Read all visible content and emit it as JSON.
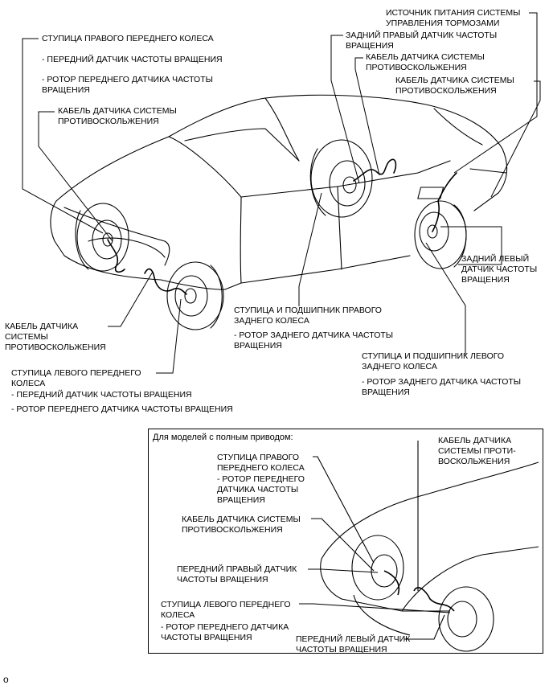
{
  "main_labels": {
    "rf_hub": "СТУПИЦА ПРАВОГО ПЕРЕДНЕГО КОЛЕСА",
    "rf_hub_sensor": "- ПЕРЕДНИЙ ДАТЧИК ЧАСТОТЫ ВРАЩЕНИЯ",
    "rf_hub_rotor_1": "- РОТОР ПЕРЕДНЕГО ДАТЧИКА ЧАСТОТЫ",
    "rf_hub_rotor_2": "ВРАЩЕНИЯ",
    "rf_cable_1": "КАБЕЛЬ ДАТЧИКА СИСТЕМЫ",
    "rf_cable_2": "ПРОТИВОСКОЛЬЖЕНИЯ",
    "lf_cable_1": "КАБЕЛЬ ДАТЧИКА",
    "lf_cable_2": "СИСТЕМЫ",
    "lf_cable_3": "ПРОТИВОСКОЛЬЖЕНИЯ",
    "lf_hub_1": "СТУПИЦА ЛЕВОГО ПЕРЕДНЕГО",
    "lf_hub_2": "КОЛЕСА",
    "lf_hub_sensor": "- ПЕРЕДНИЙ ДАТЧИК ЧАСТОТЫ ВРАЩЕНИЯ",
    "lf_hub_rotor": "- РОТОР ПЕРЕДНЕГО ДАТЧИКА ЧАСТОТЫ ВРАЩЕНИЯ",
    "power_1": "ИСТОЧНИК ПИТАНИЯ СИСТЕМЫ",
    "power_2": "УПРАВЛЕНИЯ ТОРМОЗАМИ",
    "rr_sensor_1": "ЗАДНИЙ ПРАВЫЙ ДАТЧИК ЧАСТОТЫ",
    "rr_sensor_2": "ВРАЩЕНИЯ",
    "rr_cable_1": "КАБЕЛЬ ДАТЧИКА СИСТЕМЫ",
    "rr_cable_2": "ПРОТИВОСКОЛЬЖЕНИЯ",
    "rl_cable_1": "КАБЕЛЬ ДАТЧИКА СИСТЕМЫ",
    "rl_cable_2": "ПРОТИВОСКОЛЬЖЕНИЯ",
    "rl_sensor_1": "ЗАДНИЙ ЛЕВЫЙ",
    "rl_sensor_2": "ДАТЧИК ЧАСТОТЫ",
    "rl_sensor_3": "ВРАЩЕНИЯ",
    "rr_hub_1": "СТУПИЦА И ПОДШИПНИК ПРАВОГО",
    "rr_hub_2": "ЗАДНЕГО КОЛЕСА",
    "rr_hub_rotor_1": "- РОТОР ЗАДНЕГО ДАТЧИКА ЧАСТОТЫ",
    "rr_hub_rotor_2": "ВРАЩЕНИЯ",
    "rl_hub_1": "СТУПИЦА И ПОДШИПНИК ЛЕВОГО",
    "rl_hub_2": "ЗАДНЕГО КОЛЕСА",
    "rl_hub_rotor_1": "- РОТОР ЗАДНЕГО ДАТЧИКА ЧАСТОТЫ",
    "rl_hub_rotor_2": "ВРАЩЕНИЯ"
  },
  "inset": {
    "title": "Для моделей с полным приводом:",
    "rf_hub_1": "СТУПИЦА ПРАВОГО",
    "rf_hub_2": "ПЕРЕДНЕГО КОЛЕСА",
    "rf_hub_3": "- РОТОР ПЕРЕДНЕГО",
    "rf_hub_4": "ДАТЧИКА ЧАСТОТЫ",
    "rf_hub_5": "ВРАЩЕНИЯ",
    "cable_tr_1": "КАБЕЛЬ ДАТЧИКА",
    "cable_tr_2": "СИСТЕМЫ ПРОТИ-",
    "cable_tr_3": "ВОСКОЛЬЖЕНИЯ",
    "cable_l_1": "КАБЕЛЬ ДАТЧИКА СИСТЕМЫ",
    "cable_l_2": "ПРОТИВОСКОЛЬЖЕНИЯ",
    "rf_sensor_1": "ПЕРЕДНИЙ ПРАВЫЙ ДАТЧИК",
    "rf_sensor_2": "ЧАСТОТЫ ВРАЩЕНИЯ",
    "lf_hub_1": "СТУПИЦА ЛЕВОГО ПЕРЕДНЕГО",
    "lf_hub_2": "КОЛЕСА",
    "lf_hub_3": "- РОТОР ПЕРЕДНЕГО ДАТЧИКА",
    "lf_hub_4": "ЧАСТОТЫ ВРАЩЕНИЯ",
    "lf_sensor_1": "ПЕРЕДНИЙ ЛЕВЫЙ ДАТЧИК",
    "lf_sensor_2": "ЧАСТОТЫ ВРАЩЕНИЯ"
  },
  "corner_code": "o"
}
